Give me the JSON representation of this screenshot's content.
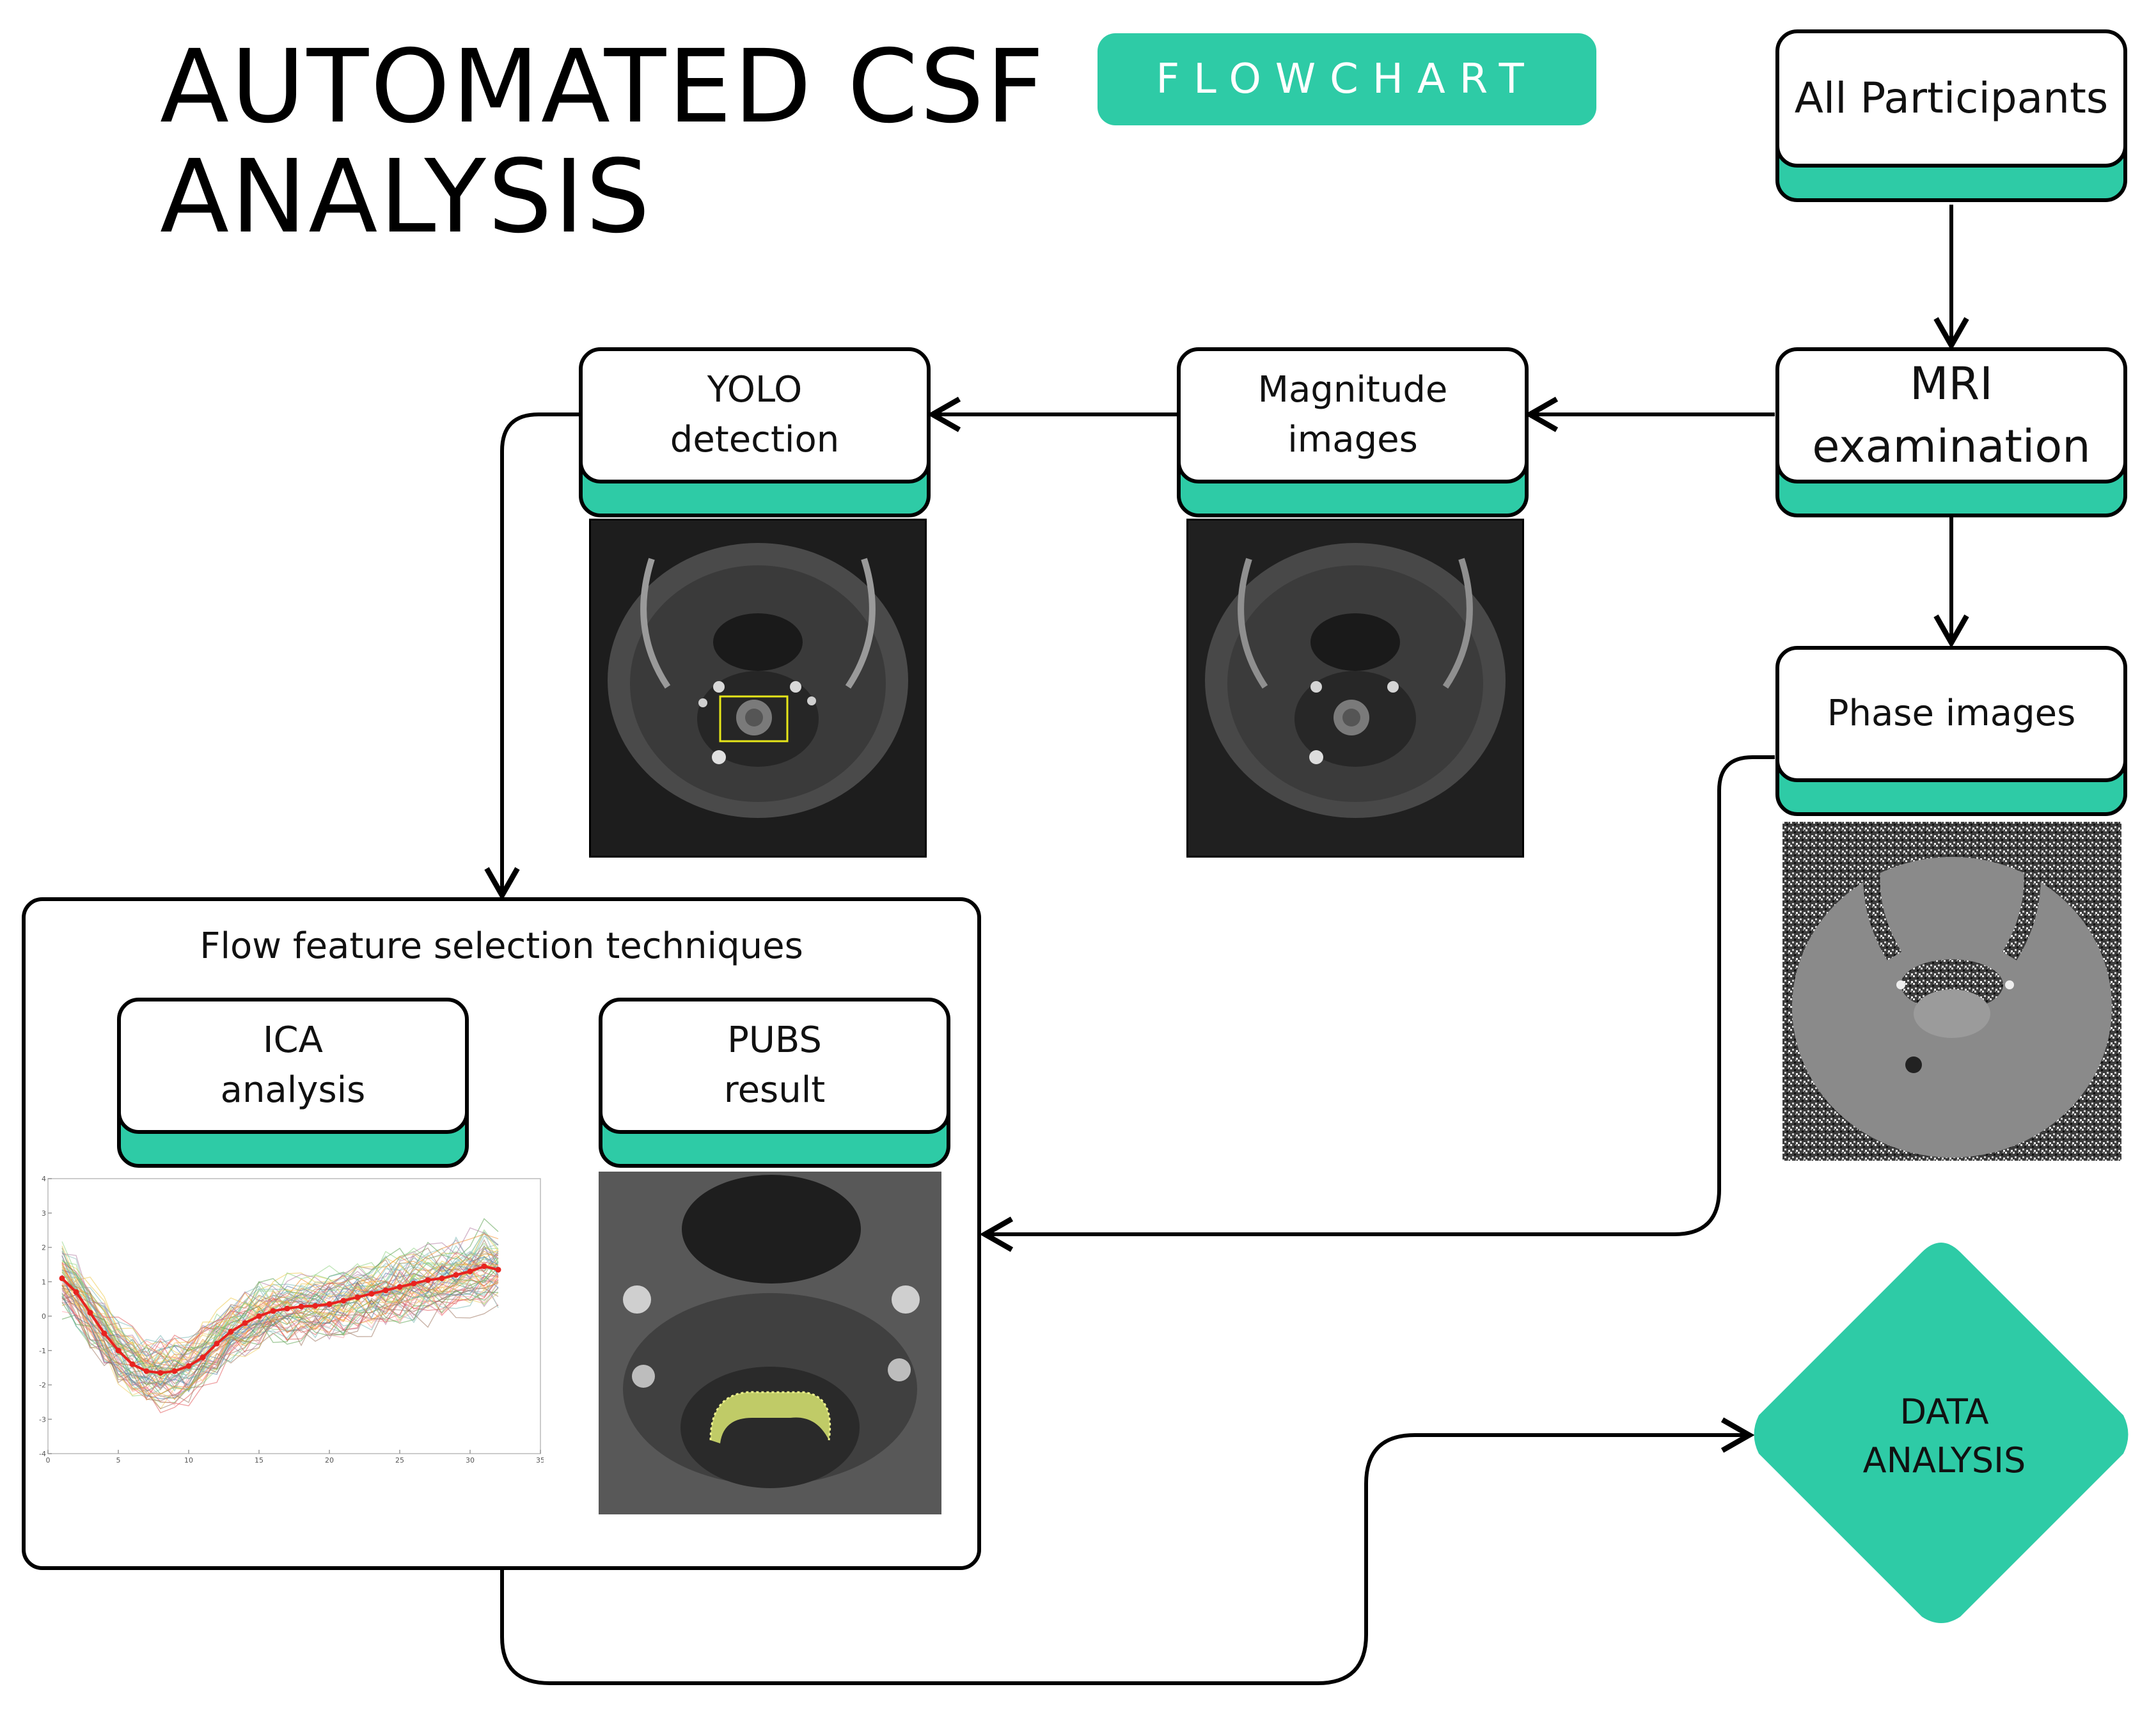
{
  "title": {
    "line1": "AUTOMATED CSF",
    "line2": "ANALYSIS"
  },
  "badge": "FLOWCHART",
  "nodes": {
    "all_participants": {
      "line1": "All Participants",
      "line2": ""
    },
    "mri": {
      "line1": "MRI",
      "line2": "examination"
    },
    "magnitude": {
      "line1": "Magnitude",
      "line2": "images"
    },
    "yolo": {
      "line1": "YOLO",
      "line2": "detection"
    },
    "phase": {
      "line1": "Phase images",
      "line2": ""
    },
    "ica": {
      "line1": "ICA",
      "line2": "analysis"
    },
    "pubs": {
      "line1": "PUBS",
      "line2": "result"
    }
  },
  "group_title": "Flow feature selection techniques",
  "decision": {
    "line1": "DATA",
    "line2": "ANALYSIS"
  },
  "colors": {
    "accent": "#2ecba6",
    "stroke": "#000000",
    "plot_mean": "#e8231f"
  },
  "ica_plot": {
    "x_ticks": [
      "0",
      "5",
      "10",
      "15",
      "20",
      "25",
      "30",
      "35"
    ],
    "y_ticks": [
      "4",
      "3",
      "2",
      "1",
      "0",
      "-1",
      "-2",
      "-3",
      "-4"
    ],
    "xlim": [
      0,
      35
    ],
    "ylim": [
      -4,
      4
    ],
    "mean_curve": {
      "x": [
        1,
        2,
        3,
        4,
        5,
        6,
        7,
        8,
        9,
        10,
        11,
        12,
        13,
        14,
        15,
        16,
        17,
        18,
        19,
        20,
        21,
        22,
        23,
        24,
        25,
        26,
        27,
        28,
        29,
        30,
        31,
        32
      ],
      "y": [
        1.1,
        0.7,
        0.1,
        -0.5,
        -1.0,
        -1.4,
        -1.6,
        -1.65,
        -1.6,
        -1.45,
        -1.2,
        -0.8,
        -0.45,
        -0.2,
        0.0,
        0.15,
        0.22,
        0.28,
        0.3,
        0.35,
        0.45,
        0.55,
        0.65,
        0.75,
        0.85,
        0.95,
        1.05,
        1.1,
        1.2,
        1.3,
        1.45,
        1.35
      ]
    }
  }
}
